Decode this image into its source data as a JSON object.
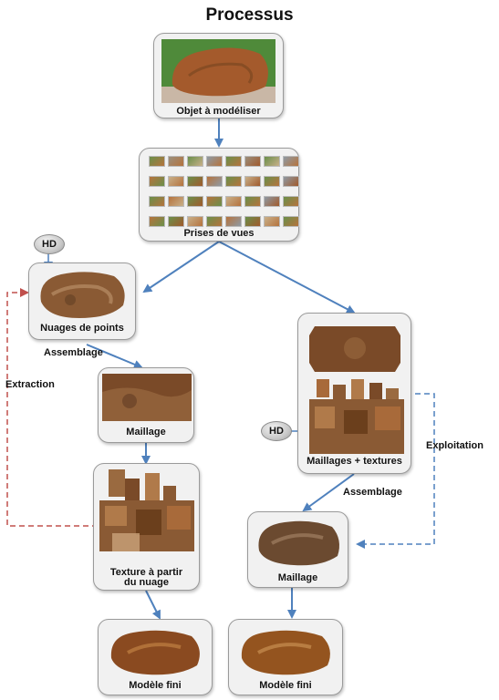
{
  "title": "Processus",
  "nodes": {
    "objet": "Objet à modéliser",
    "prises": "Prises de vues",
    "nuages": "Nuages de points",
    "maillage_left": "Maillage",
    "texture_line1": "Texture à partir",
    "texture_line2": "du nuage",
    "modele_left": "Modèle fini",
    "maillages_textures": "Maillages + textures",
    "maillage_right": "Maillage",
    "modele_right": "Modèle fini"
  },
  "badges": {
    "hd_top": "HD",
    "hd_right": "HD"
  },
  "edge_labels": {
    "assemblage_left": "Assemblage",
    "extraction": "Extraction",
    "exploitation": "Exploitation",
    "assemblage_right": "Assemblage"
  },
  "colors": {
    "arrow_blue": "#4f81bd",
    "arrow_red": "#c0504d",
    "rock_dark": "#6b3f1c",
    "rock_light": "#c98a4a"
  }
}
